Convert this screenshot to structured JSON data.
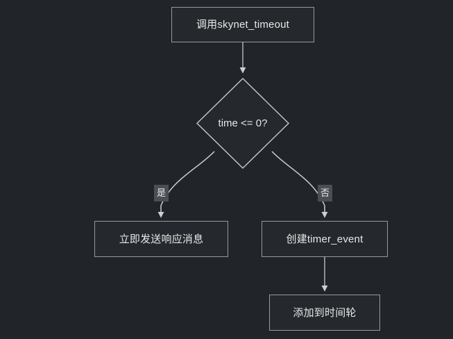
{
  "diagram": {
    "type": "flowchart",
    "background_color": "#212429",
    "node_border_color": "#9a9a9a",
    "node_fill_color": "#25282c",
    "text_color": "#e8e8e8",
    "edge_color": "#c9c9c9",
    "edge_label_bg_color": "#4b4e52",
    "nodes": {
      "start": {
        "label": "调用skynet_timeout",
        "shape": "rectangle"
      },
      "decision": {
        "label": "time <= 0?",
        "shape": "diamond"
      },
      "send_now": {
        "label": "立即发送响应消息",
        "shape": "rectangle"
      },
      "create_timer": {
        "label": "创建timer_event",
        "shape": "rectangle"
      },
      "add_wheel": {
        "label": "添加到时间轮",
        "shape": "rectangle"
      }
    },
    "edges": {
      "start_to_decision": {
        "label": ""
      },
      "decision_to_send": {
        "label": "是"
      },
      "decision_to_create": {
        "label": "否"
      },
      "create_to_wheel": {
        "label": ""
      }
    }
  }
}
